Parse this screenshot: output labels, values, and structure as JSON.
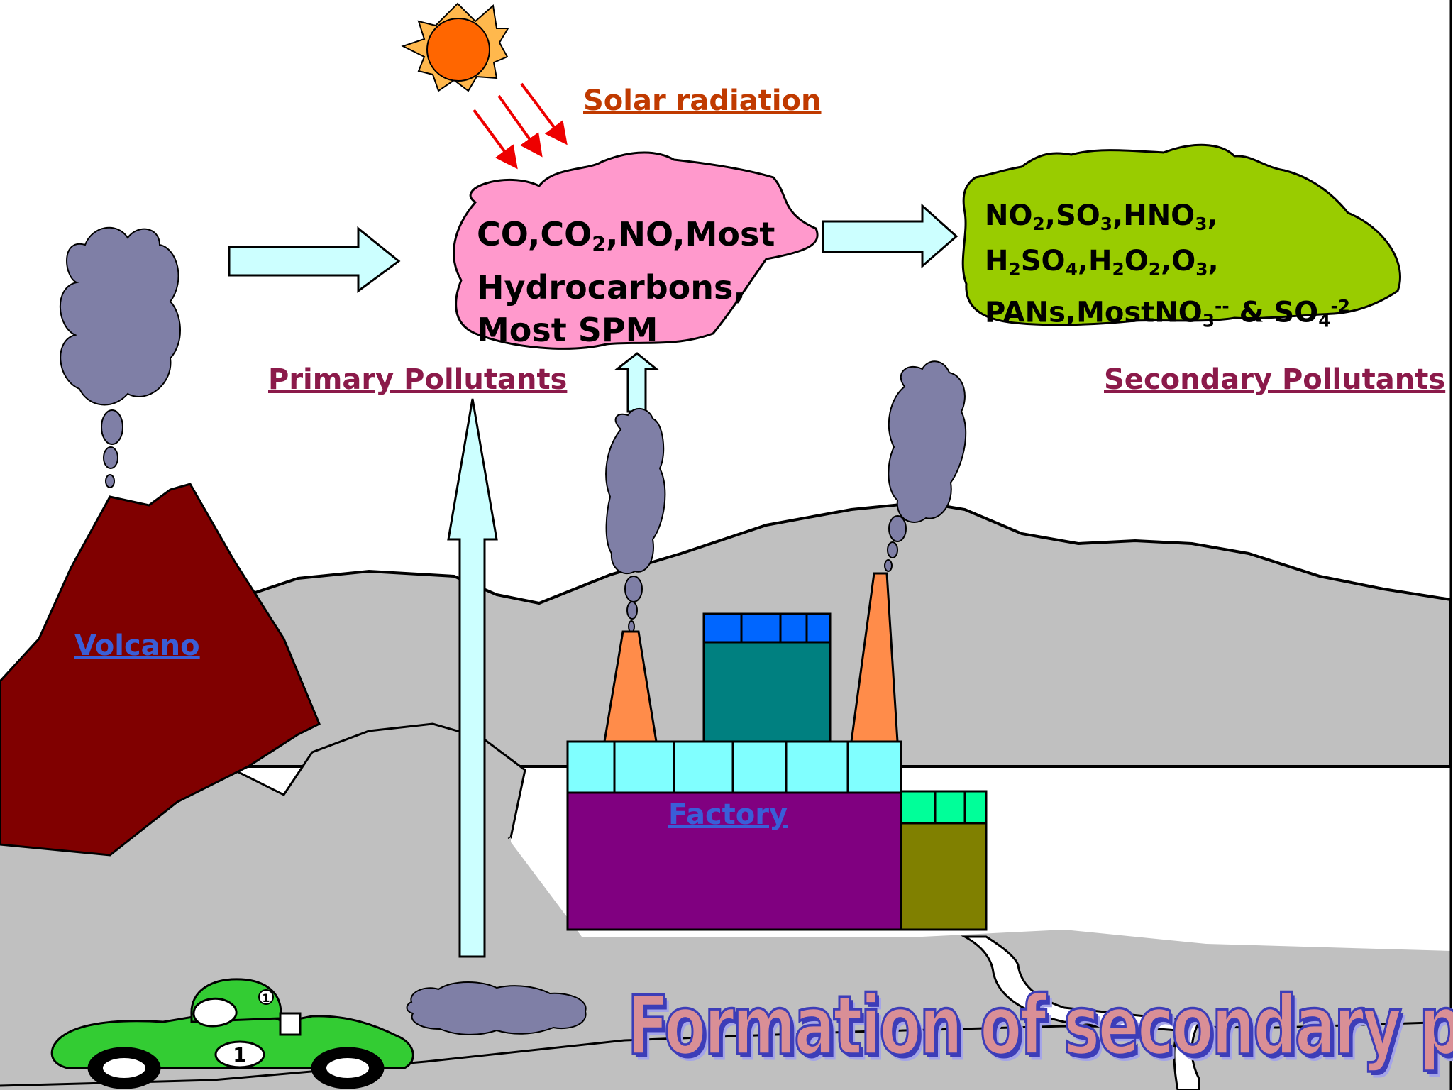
{
  "labels": {
    "solar_radiation": "Solar radiation",
    "primary_pollutants": "Primary Pollutants",
    "secondary_pollutants": "Secondary Pollutants",
    "volcano": "Volcano",
    "factory": "Factory"
  },
  "primary_cloud": {
    "line1": {
      "a": "CO,CO",
      "a_sub": "2",
      "b": ",NO,Most"
    },
    "line2": "Hydrocarbons,",
    "line3": "Most SPM"
  },
  "secondary_cloud": {
    "line1": {
      "a": "NO",
      "a_sub": "2",
      "b": ",SO",
      "b_sub": "3",
      "c": ",HNO",
      "c_sub": "3",
      "d": ","
    },
    "line2": {
      "a": "H",
      "a_sub": "2",
      "b": "SO",
      "b_sub": "4",
      "c": ",H",
      "c_sub": "2",
      "d": "O",
      "d_sub": "2",
      "e": ",O",
      "e_sub": "3",
      "f": ","
    },
    "line3": {
      "a": "PANs,MostNO",
      "a_sub": "3",
      "a_sup": "--",
      "b": " & SO",
      "b_sub": "4",
      "b_sup": "-2"
    }
  },
  "title": "Formation of secondary pollutents",
  "car_number": "1",
  "colors": {
    "label_red": "#c03a00",
    "label_maroon": "#8b1a4a",
    "label_blue": "#3a5ed8",
    "primary_cloud": "#ff99cc",
    "secondary_cloud": "#99cc00",
    "smoke": "#7f7fa6",
    "volcano": "#800000",
    "hills": "#c0c0c0",
    "arrow_fill": "#ccffff",
    "sun": "#ff6600",
    "factory_body": "#800080",
    "factory_band": "#80ffff",
    "factory_tower": "#008080",
    "factory_tower_top": "#0066ff",
    "factory_annex": "#808000",
    "factory_annex_top": "#00ff99",
    "chimney": "#ff8c4a",
    "car_body": "#33cc33",
    "title_fill": "#d98f96",
    "title_outline": "#3d3db8"
  }
}
